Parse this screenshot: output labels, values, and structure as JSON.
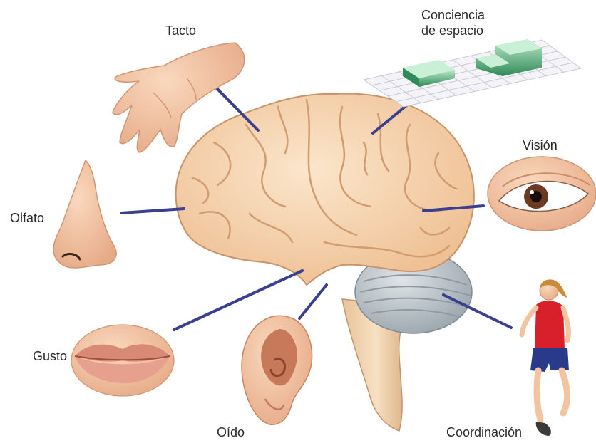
{
  "labels": {
    "touch": "Tacto",
    "spatial_line1": "Conciencia",
    "spatial_line2": "de espacio",
    "vision": "Visión",
    "smell": "Olfato",
    "taste": "Gusto",
    "hearing": "Oído",
    "coordination": "Coordinación"
  },
  "colors": {
    "connector": "#3b3f8f",
    "brain_fill": "#f6d7b4",
    "brain_fold": "#d9a97f",
    "cerebellum": "#b9c1c6",
    "skin": "#f3c4a0",
    "skin_shadow": "#d99573",
    "grid": "#c9c9d6",
    "block": "#3fa06a",
    "runner_shirt": "#d8202a",
    "runner_shorts": "#2a3a8a"
  },
  "icons": [
    "brain-illustration",
    "hand-icon",
    "grid-blocks-icon",
    "eye-icon",
    "nose-icon",
    "lips-icon",
    "ear-icon",
    "runner-icon"
  ]
}
